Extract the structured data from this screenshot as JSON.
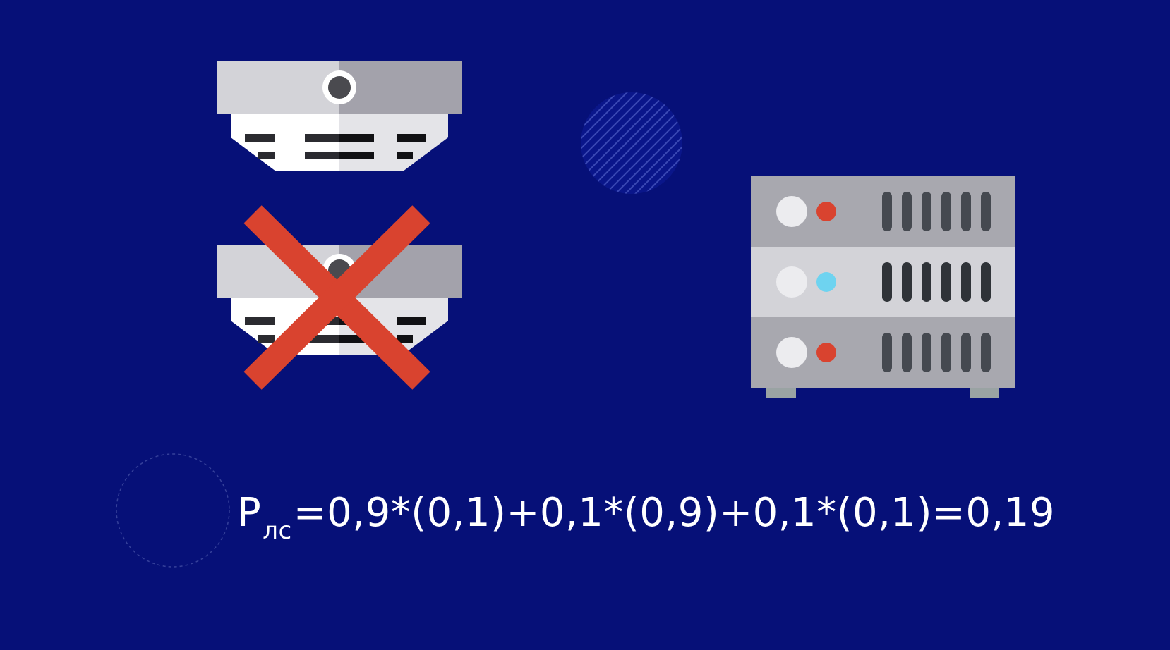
{
  "formula": {
    "variable": "P",
    "subscript": "лс",
    "expression": "=0,9*(0,1)+0,1*(0,9)+0,1*(0,1)=0,19"
  },
  "icons": {
    "working_detector": "smoke-detector-icon",
    "failed_detector": "smoke-detector-icon",
    "failure_mark": "red-cross-icon",
    "server": "server-rack-icon"
  },
  "colors": {
    "background": "#061078",
    "cross": "#d9432f",
    "led_red": "#d9432f",
    "led_blue": "#6ed3f0"
  }
}
